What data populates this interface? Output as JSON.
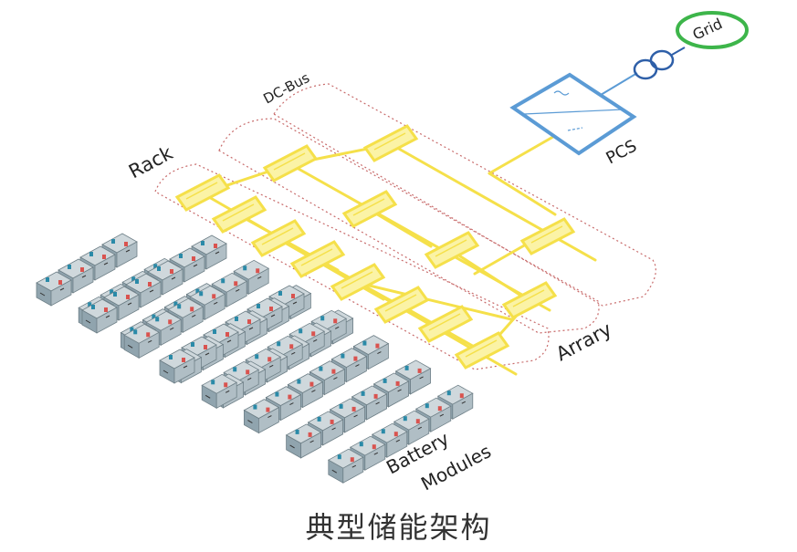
{
  "labels": {
    "grid": "Grid",
    "dc_bus": "DC-Bus",
    "rack": "Rack",
    "pcs": "PCS",
    "array": "Arrary",
    "battery": "Battery",
    "modules": "Modules"
  },
  "caption": "典型储能架构",
  "colors": {
    "bus": "#f5e04a",
    "bus_fill": "#fbf3a6",
    "pcs": "#5b9bd5",
    "transformer": "#2e5fa8",
    "grid": "#3db54a",
    "dotted": "#c86b6b",
    "battery_top": "#cfd8dc",
    "battery_left": "#90a4ae",
    "battery_right": "#b0bec5",
    "terminal_pos": "#d9534f",
    "terminal_neg": "#2a8aa8"
  }
}
